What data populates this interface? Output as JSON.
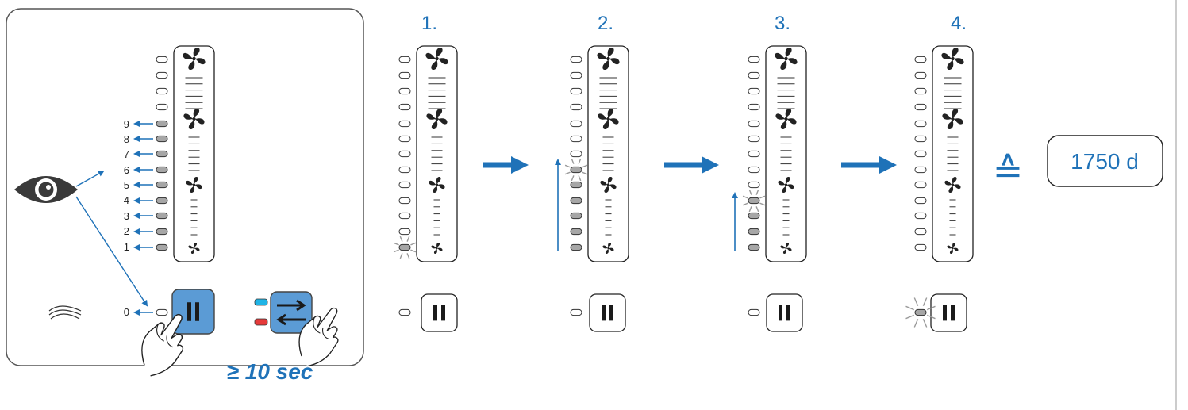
{
  "steps": [
    "1.",
    "2.",
    "3.",
    "4."
  ],
  "level_labels": [
    "9",
    "8",
    "7",
    "6",
    "5",
    "4",
    "3",
    "2",
    "1",
    "0"
  ],
  "hold_time": "≥ 10 sec",
  "equiv_symbol": "≙",
  "result": "1750 d",
  "colors": {
    "accent_blue": "#1f72b8",
    "button_blue": "#5b9bd5",
    "led_gray": "#a6a6a6",
    "led_blue": "#1fb4e6",
    "led_red": "#e63a3a",
    "outline": "#3a3a3a"
  },
  "icons": {
    "eye": "eye-icon",
    "fan": "fan-icon",
    "pause": "pause-icon",
    "swap": "swap-arrows-icon",
    "hand": "pointing-hand-icon",
    "blink": "blink-burst-icon",
    "airflow": "airflow-icon"
  },
  "panels": [
    {
      "step": "1.",
      "lit_led": "1",
      "blink_led": "1",
      "arrow_up": "none"
    },
    {
      "step": "2.",
      "lit_led": "1-6",
      "blink_led": "6",
      "arrow_up": "1-6"
    },
    {
      "step": "3.",
      "lit_led": "1-4",
      "blink_led": "4",
      "arrow_up": "1-4"
    },
    {
      "step": "4.",
      "lit_led": "none",
      "blink_led": "0",
      "arrow_up": "none"
    }
  ]
}
